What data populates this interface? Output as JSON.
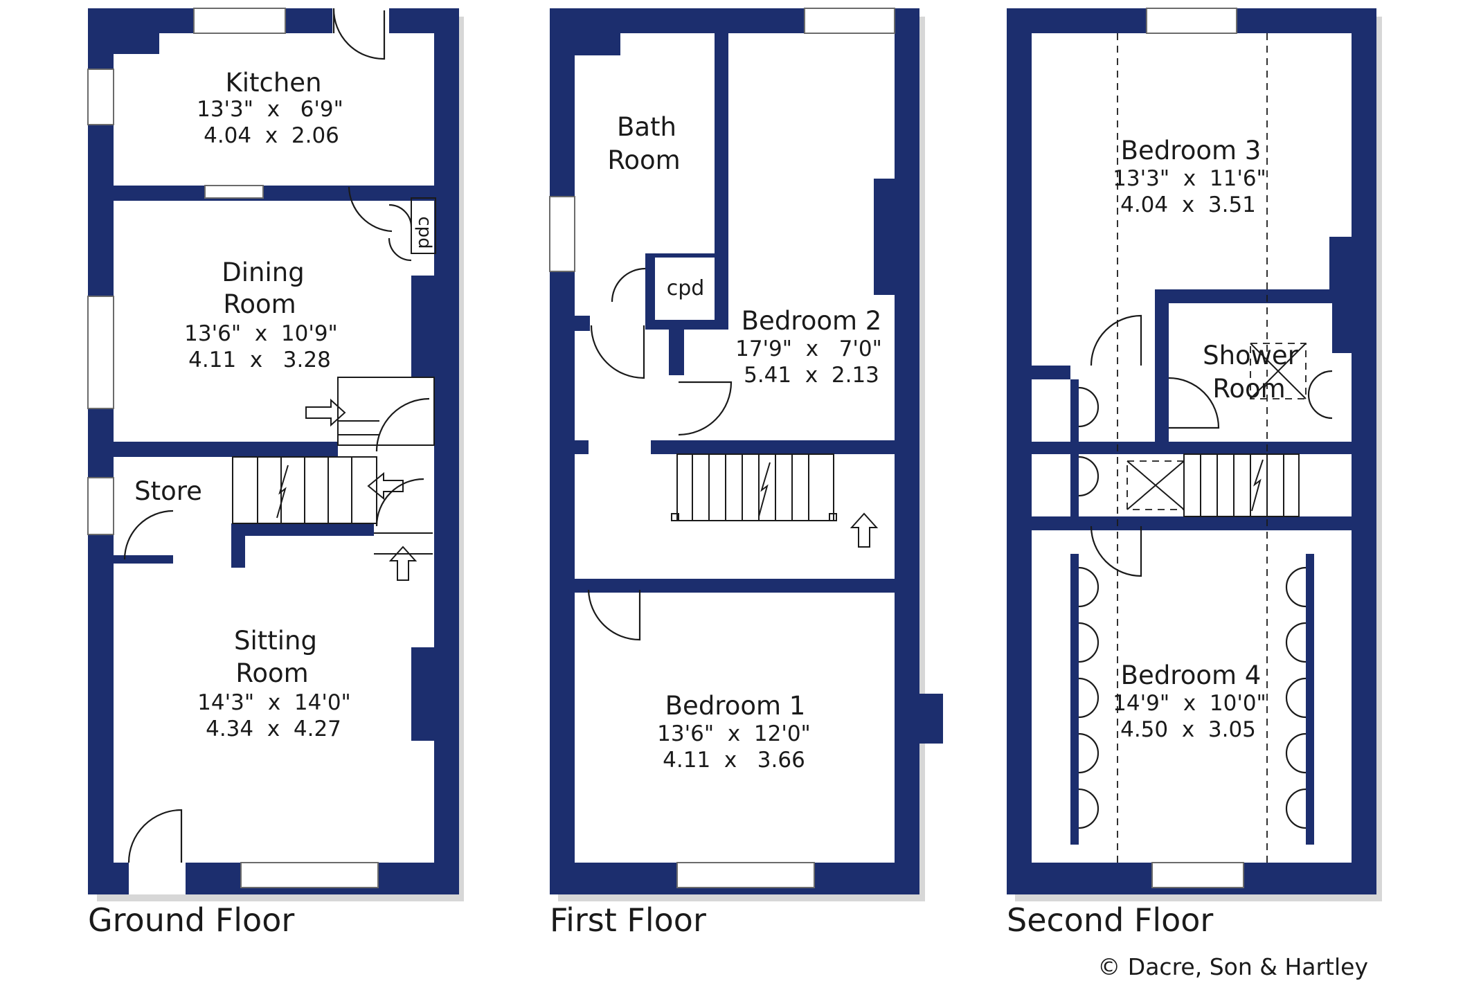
{
  "floors": {
    "ground": {
      "title": "Ground Floor",
      "kitchen": {
        "name": "Kitchen",
        "imperial": "13'3\"  x   6'9\"",
        "metric": "4.04  x  2.06"
      },
      "dining": {
        "name1": "Dining",
        "name2": "Room",
        "imperial": "13'6\"  x  10'9\"",
        "metric": "4.11  x   3.28"
      },
      "store": {
        "name": "Store"
      },
      "cupboard": {
        "name": "cpd"
      },
      "sitting": {
        "name1": "Sitting",
        "name2": "Room",
        "imperial": "14'3\"  x  14'0\"",
        "metric": "4.34  x  4.27"
      }
    },
    "first": {
      "title": "First Floor",
      "bath": {
        "name1": "Bath",
        "name2": "Room"
      },
      "cupboard": {
        "name": "cpd"
      },
      "bedroom2": {
        "name": "Bedroom 2",
        "imperial": "17'9\"  x   7'0\"",
        "metric": "5.41  x  2.13"
      },
      "bedroom1": {
        "name": "Bedroom 1",
        "imperial": "13'6\"  x  12'0\"",
        "metric": "4.11  x   3.66"
      }
    },
    "second": {
      "title": "Second Floor",
      "bedroom3": {
        "name": "Bedroom 3",
        "imperial": "13'3\"  x  11'6\"",
        "metric": "4.04  x  3.51"
      },
      "shower": {
        "name1": "Shower",
        "name2": "Room"
      },
      "bedroom4": {
        "name": "Bedroom 4",
        "imperial": "14'9\"  x  10'0\"",
        "metric": "4.50  x  3.05"
      }
    }
  },
  "copyright": "© Dacre, Son & Hartley",
  "colors": {
    "wall": "#1c2e6e",
    "shadow": "#d7d7d7",
    "text": "#1a1a1a"
  }
}
